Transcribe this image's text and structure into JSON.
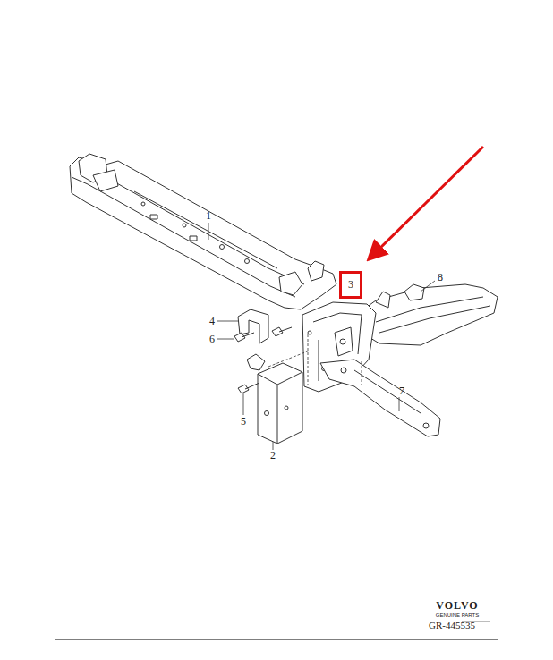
{
  "diagram": {
    "nodes": [
      {
        "text": [
          "3"
        ]
      }
    ],
    "labels": [
      "1",
      "8",
      "4",
      "6",
      "5",
      "2",
      "7",
      "VOLVO",
      "GENUINE PARTS",
      "GR-445535"
    ]
  }
}
